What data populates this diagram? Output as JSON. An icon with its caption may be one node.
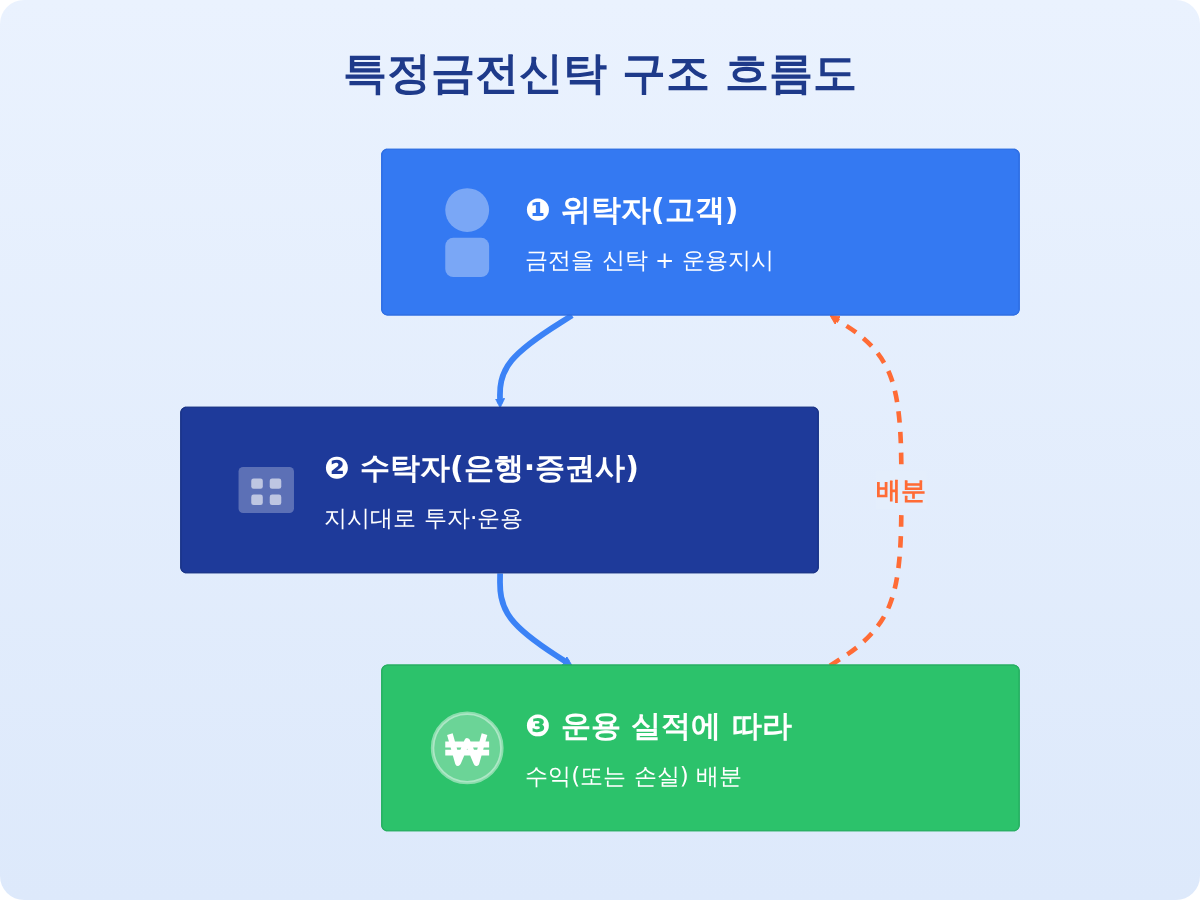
{
  "diagram": {
    "title": "특정금전신탁 구조 흐름도",
    "nodes": [
      {
        "text": [
          "❶ 위탁자(고객)",
          "금전을 신탁 + 운용지시"
        ]
      },
      {
        "text": [
          "❷ 수탁자(은행·증권사)",
          "지시대로 투자·운용"
        ]
      },
      {
        "text": [
          "❸ 운용 실적에 따라",
          "수익(또는 손실) 배분"
        ]
      }
    ],
    "edges": [
      {
        "from": 0,
        "to": 1,
        "arrow": "to"
      },
      {
        "from": 1,
        "to": 2,
        "arrow": "to"
      },
      {
        "from": 2,
        "to": 0,
        "arrow": "to",
        "label": "배분",
        "style": "dashed",
        "color": "#ff6b35"
      }
    ]
  }
}
